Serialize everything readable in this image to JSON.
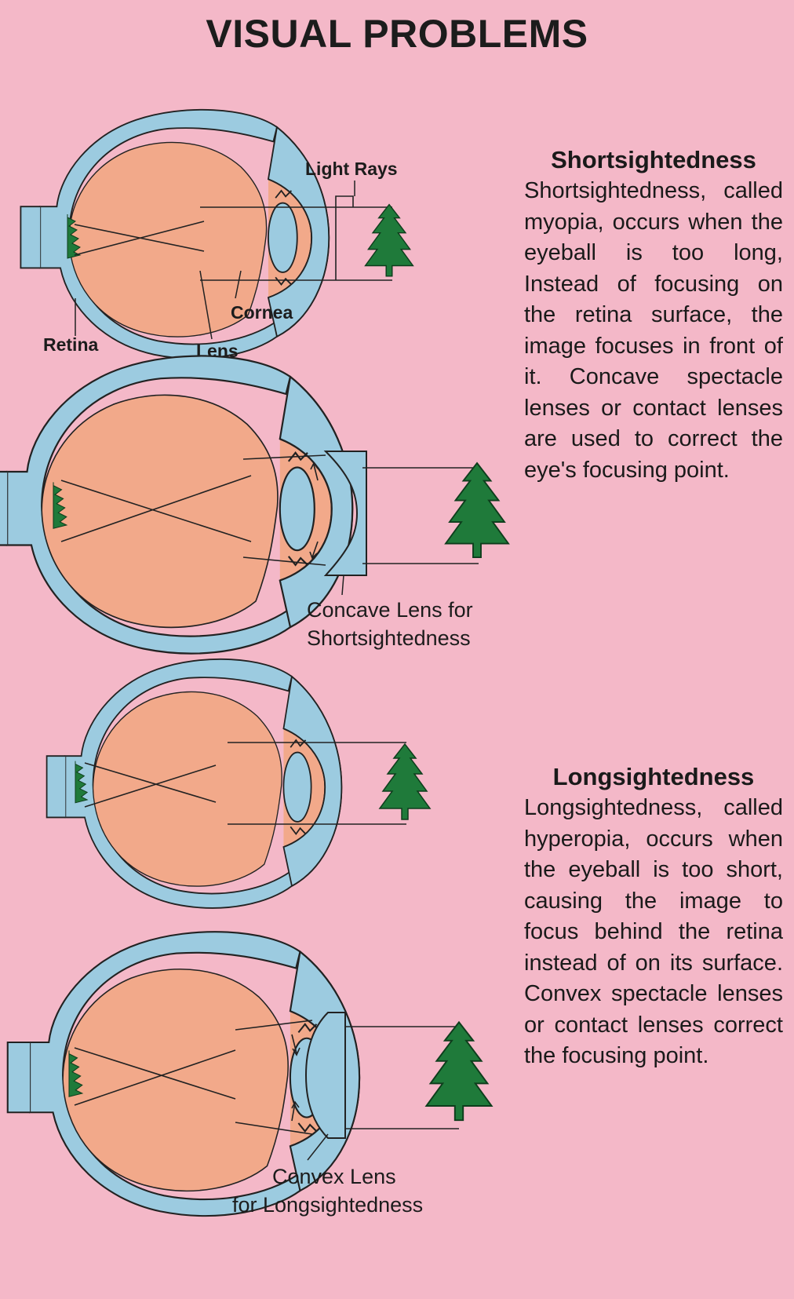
{
  "title": "VISUAL PROBLEMS",
  "colors": {
    "background": "#f4b8c8",
    "sclera": "#9ccbe0",
    "eyeball_interior": "#f2a98a",
    "tree": "#1f7a3a",
    "outline": "#222222"
  },
  "diagram_labels": {
    "light_rays": "Light Rays",
    "cornea": "Cornea",
    "retina": "Retina",
    "lens": "Lens",
    "concave_line1": "Concave Lens for",
    "concave_line2": "Shortsightedness",
    "convex_line1": "Convex Lens",
    "convex_line2": "for Longsightedness"
  },
  "shortsightedness": {
    "heading": "Shortsightedness",
    "body": "Shortsightedness, called myopia, occurs when the eyeball is too long, Instead of focusing on the retina surface, the image focuses in front of it. Concave spectacle lenses or contact lenses are used to correct the eye's focusing point."
  },
  "longsightedness": {
    "heading": "Longsightedness",
    "body": "Longsightedness, called hyperopia, occurs when the eyeball is too short, causing the image to focus behind the retina instead of on its surface. Convex spectacle lenses or contact lenses correct the focusing point."
  }
}
